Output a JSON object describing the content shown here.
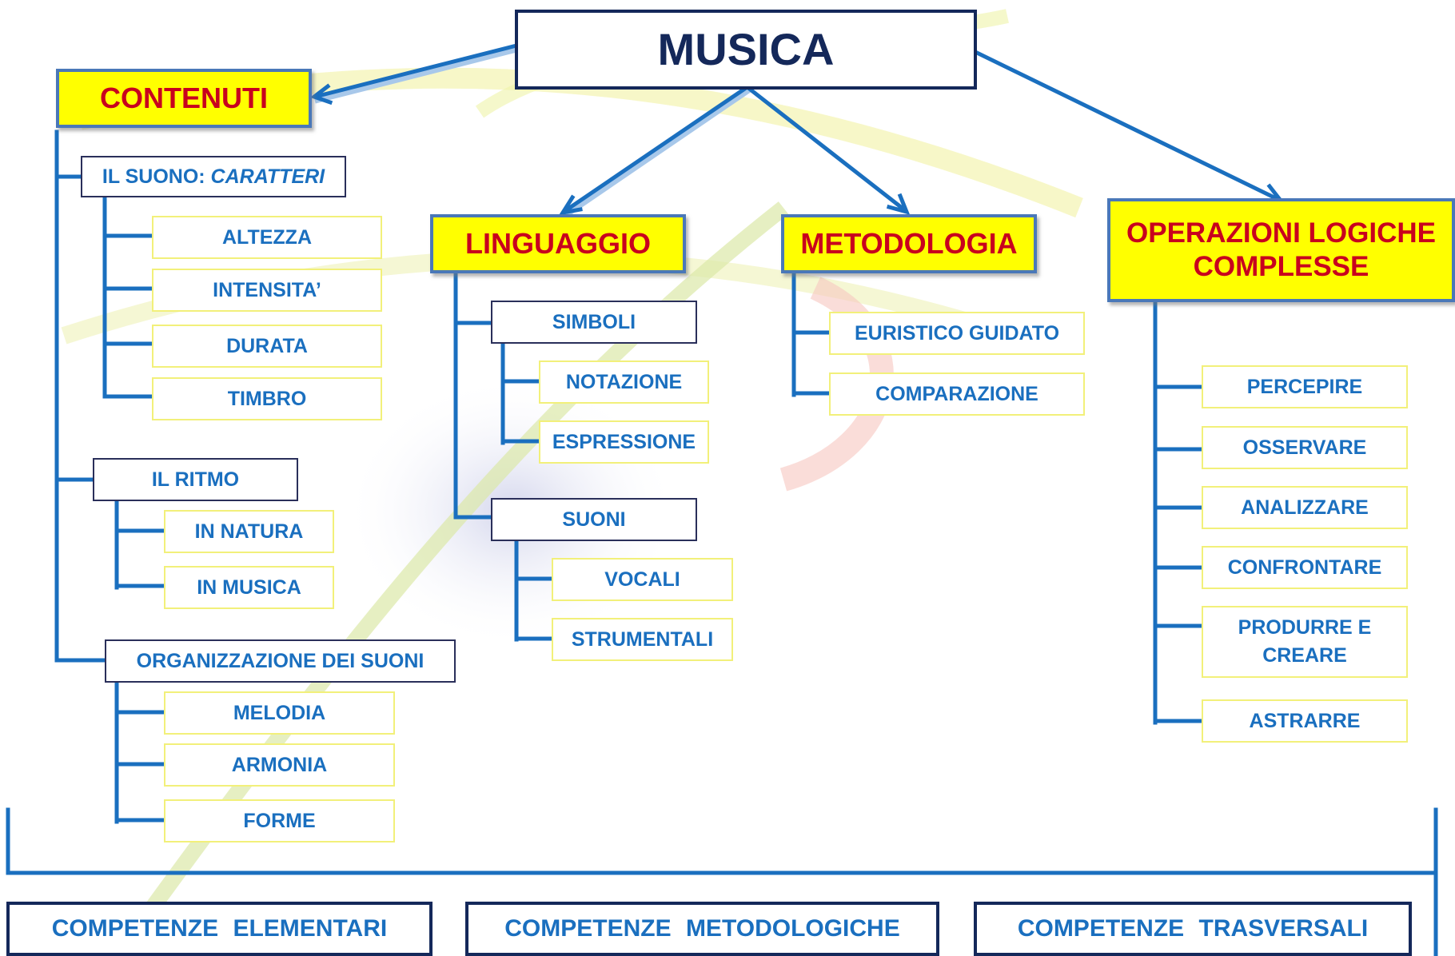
{
  "colors": {
    "title_text": "#14285a",
    "category_fill": "#ffff00",
    "category_text": "#c8001e",
    "item_text": "#1a6fbf",
    "connector": "#1a6fbf"
  },
  "title": "MUSICA",
  "categories": {
    "contenuti": {
      "label": "CONTENUTI",
      "groups": {
        "suono": {
          "label_prefix": "IL SUONO: ",
          "label_italic": "CARATTERI",
          "items": [
            "ALTEZZA",
            "INTENSITA’",
            "DURATA",
            "TIMBRO"
          ]
        },
        "ritmo": {
          "label": "IL RITMO",
          "items": [
            "IN NATURA",
            "IN MUSICA"
          ]
        },
        "organizzazione": {
          "label": "ORGANIZZAZIONE DEI SUONI",
          "items": [
            "MELODIA",
            "ARMONIA",
            "FORME"
          ]
        }
      }
    },
    "linguaggio": {
      "label": "LINGUAGGIO",
      "groups": {
        "simboli": {
          "label": "SIMBOLI",
          "items": [
            "NOTAZIONE",
            "ESPRESSIONE"
          ]
        },
        "suoni": {
          "label": "SUONI",
          "items": [
            "VOCALI",
            "STRUMENTALI"
          ]
        }
      }
    },
    "metodologia": {
      "label": "METODOLOGIA",
      "items": [
        "EURISTICO GUIDATO",
        "COMPARAZIONE"
      ]
    },
    "operazioni": {
      "label": "OPERAZIONI LOGICHE COMPLESSE",
      "items": [
        "PERCEPIRE",
        "OSSERVARE",
        "ANALIZZARE",
        "CONFRONTARE",
        "PRODURRE E CREARE",
        "ASTRARRE"
      ]
    }
  },
  "competenze": [
    "COMPETENZE ELEMENTARI",
    "COMPETENZE METODOLOGICHE",
    "COMPETENZE TRASVERSALI"
  ]
}
